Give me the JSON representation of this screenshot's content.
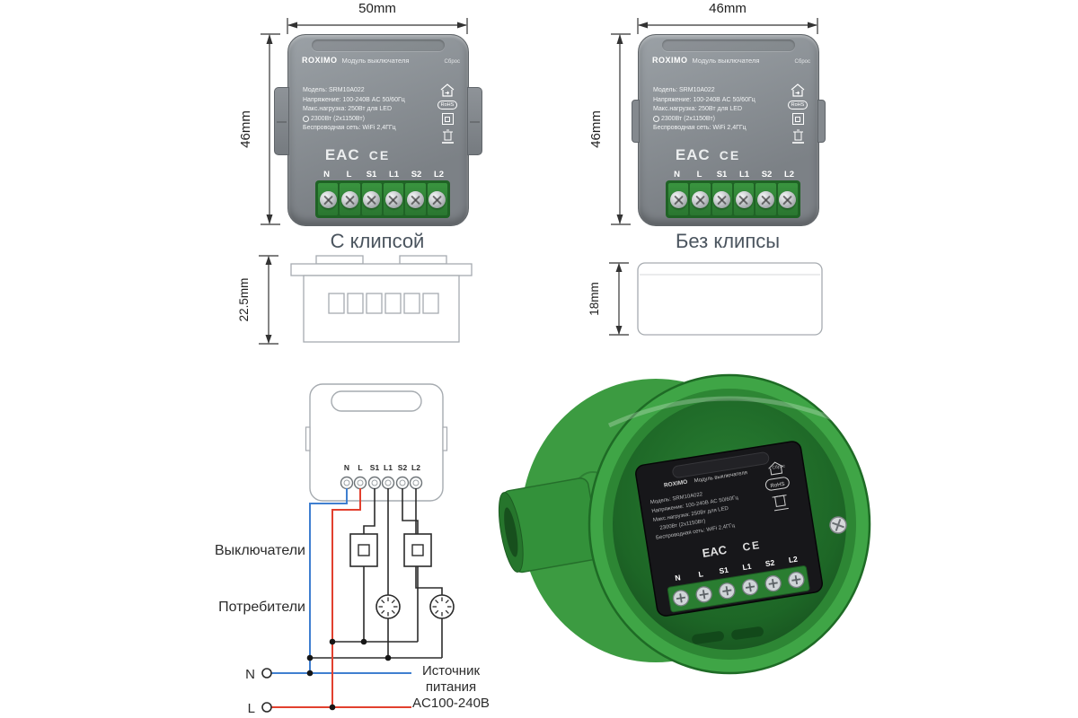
{
  "device": {
    "brand": "ROXIMO",
    "title": "Модуль выключателя",
    "reset": "Сброс",
    "specs": [
      "Модель: SRM10A022",
      "Напряжение: 100-240В AC 50/60Гц",
      "Макс.нагрузка: 250Вт для LED",
      "2300Вт (2x1150Вт)",
      "Беспроводная сеть: WiFi 2,4ГГц"
    ],
    "rohs": "RoHS",
    "eac": "EAC",
    "ce": "CE",
    "terminals": [
      "N",
      "L",
      "S1",
      "L1",
      "S2",
      "L2"
    ]
  },
  "dimensions": {
    "front_clip_width": "50mm",
    "front_clip_height": "46mm",
    "front_noclip_width": "46mm",
    "front_noclip_height": "46mm",
    "side_clip_depth": "22.5mm",
    "side_noclip_depth": "18mm"
  },
  "captions": {
    "with_clip": "С клипсой",
    "without_clip": "Без клипсы"
  },
  "wiring": {
    "terminals": [
      "N",
      "L",
      "S1",
      "L1",
      "S2",
      "L2"
    ],
    "switches_label": "Выключатели",
    "loads_label": "Потребители",
    "neutral_label": "N",
    "line_label": "L",
    "source_line1": "Источник",
    "source_line2": "питания",
    "source_line3": "AC100-240В"
  },
  "colors": {
    "wire_neutral": "#3f7fd0",
    "wire_line": "#e2402e",
    "terminal_green": "#2a7630",
    "junction_box_green": "#3fa546",
    "device_gray": "#8a8f94"
  }
}
